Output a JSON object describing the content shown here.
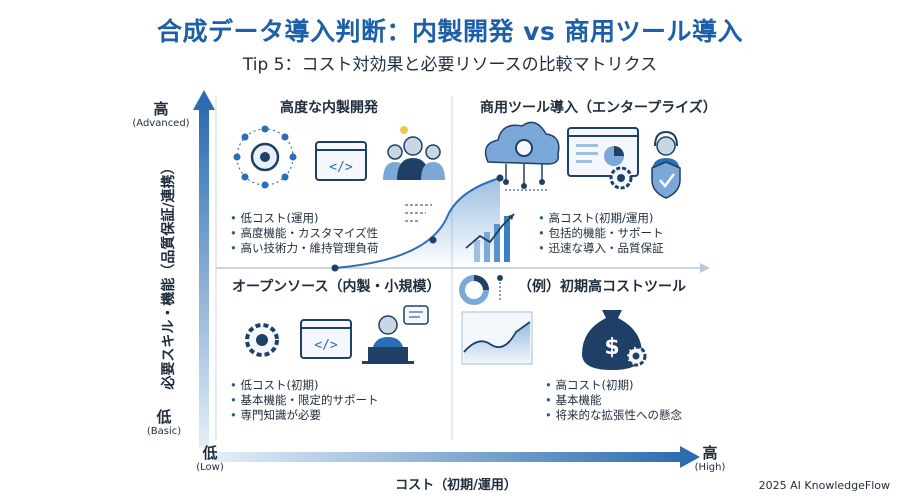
{
  "title": "合成データ導入判断：内製開発 vs 商用ツール導入",
  "subtitle": "Tip 5：コスト対効果と必要リソースの比較マトリクス",
  "y_axis": {
    "title": "必要スキル・機能（品質保証/連携）",
    "high": "高",
    "high_sub": "(Advanced)",
    "low": "低",
    "low_sub": "(Basic)"
  },
  "x_axis": {
    "title": "コスト（初期/運用）",
    "low": "低",
    "low_sub": "(Low)",
    "high": "高",
    "high_sub": "(High)"
  },
  "quadrants": {
    "top_left": {
      "title": "高度な内製開発",
      "bullets": [
        "低コスト(運用)",
        "高度機能・カスタマイズ性",
        "高い技術力・維持管理負荷"
      ]
    },
    "top_right": {
      "title": "商用ツール導入（エンタープライズ）",
      "bullets": [
        "高コスト(初期/運用)",
        "包括的機能・サポート",
        "迅速な導入・品質保証"
      ]
    },
    "bottom_left": {
      "title": "オープンソース（内製・小規模）",
      "bullets": [
        "低コスト(初期)",
        "基本機能・限定的サポート",
        "専門知識が必要"
      ]
    },
    "bottom_right": {
      "title": "（例）初期高コストツール",
      "bullets": [
        "高コスト(初期)",
        "基本機能",
        "将来的な拡張性への懸念"
      ]
    }
  },
  "credit": "2025 AI KnowledgeFlow",
  "colors": {
    "title": "#1d5fa8",
    "accent": "#2a6fb5",
    "dark": "#1f3f66",
    "light": "#e6f0f9"
  }
}
